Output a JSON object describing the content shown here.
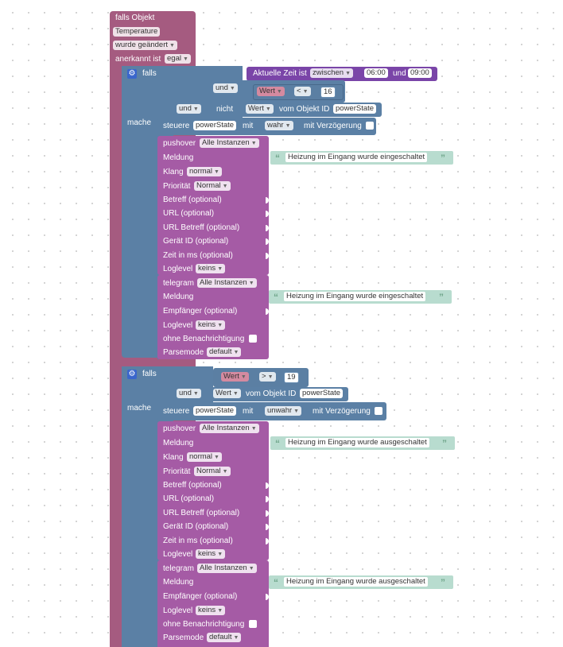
{
  "trigger": {
    "label": "falls Objekt",
    "object_id": "Temperature",
    "mode": "wurde geändert",
    "ack_label": "anerkannt ist",
    "ack_value": "egal"
  },
  "if1": {
    "falls": "falls",
    "mache": "mache",
    "time_label": "Aktuelle Zeit ist",
    "time_mode": "zwischen",
    "time_from": "06:00",
    "time_and": "und",
    "time_to": "09:00",
    "and1": "und",
    "cmp_left": "Wert",
    "cmp_op": "<",
    "cmp_value": "16",
    "and2": "und",
    "not": "nicht",
    "val_label": "Wert",
    "from_obj": "vom Objekt ID",
    "obj_id": "powerState",
    "control": "steuere",
    "control_obj": "powerState",
    "with": "mit",
    "control_val": "wahr",
    "delay": "mit Verzögerung"
  },
  "if2": {
    "falls": "falls",
    "mache": "mache",
    "cmp_left": "Wert",
    "cmp_op": ">",
    "cmp_value": "19",
    "and2": "und",
    "val_label": "Wert",
    "from_obj": "vom Objekt ID",
    "obj_id": "powerState",
    "control": "steuere",
    "control_obj": "powerState",
    "with": "mit",
    "control_val": "unwahr",
    "delay": "mit Verzögerung"
  },
  "pushover1": {
    "title": "pushover",
    "instance": "Alle Instanzen",
    "message": "Meldung",
    "message_text": "Heizung im Eingang wurde eingeschaltet",
    "sound": "Klang",
    "sound_val": "normal",
    "priority": "Priorität",
    "priority_val": "Normal",
    "subject": "Betreff (optional)",
    "url": "URL (optional)",
    "url_subject": "URL Betreff (optional)",
    "device": "Gerät ID (optional)",
    "time": "Zeit in ms (optional)",
    "loglevel": "Loglevel",
    "loglevel_val": "keins"
  },
  "telegram1": {
    "title": "telegram",
    "instance": "Alle Instanzen",
    "message": "Meldung",
    "message_text": "Heizung im Eingang wurde eingeschaltet",
    "recipient": "Empfänger (optional)",
    "loglevel": "Loglevel",
    "loglevel_val": "keins",
    "silent": "ohne Benachrichtigung",
    "parsemode": "Parsemode",
    "parsemode_val": "default"
  },
  "pushover2": {
    "title": "pushover",
    "instance": "Alle Instanzen",
    "message": "Meldung",
    "message_text": "Heizung im Eingang wurde ausgeschaltet",
    "sound": "Klang",
    "sound_val": "normal",
    "priority": "Priorität",
    "priority_val": "Normal",
    "subject": "Betreff (optional)",
    "url": "URL (optional)",
    "url_subject": "URL Betreff (optional)",
    "device": "Gerät ID (optional)",
    "time": "Zeit in ms (optional)",
    "loglevel": "Loglevel",
    "loglevel_val": "keins"
  },
  "telegram2": {
    "title": "telegram",
    "instance": "Alle Instanzen",
    "message": "Meldung",
    "message_text": "Heizung im Eingang wurde ausgeschaltet",
    "recipient": "Empfänger (optional)",
    "loglevel": "Loglevel",
    "loglevel_val": "keins",
    "silent": "ohne Benachrichtigung",
    "parsemode": "Parsemode",
    "parsemode_val": "default"
  },
  "colors": {
    "trigger": "#a55b80",
    "logic": "#5b80a5",
    "message": "#a55ba5",
    "time": "#7a45a8",
    "text": "#b8dccf"
  }
}
